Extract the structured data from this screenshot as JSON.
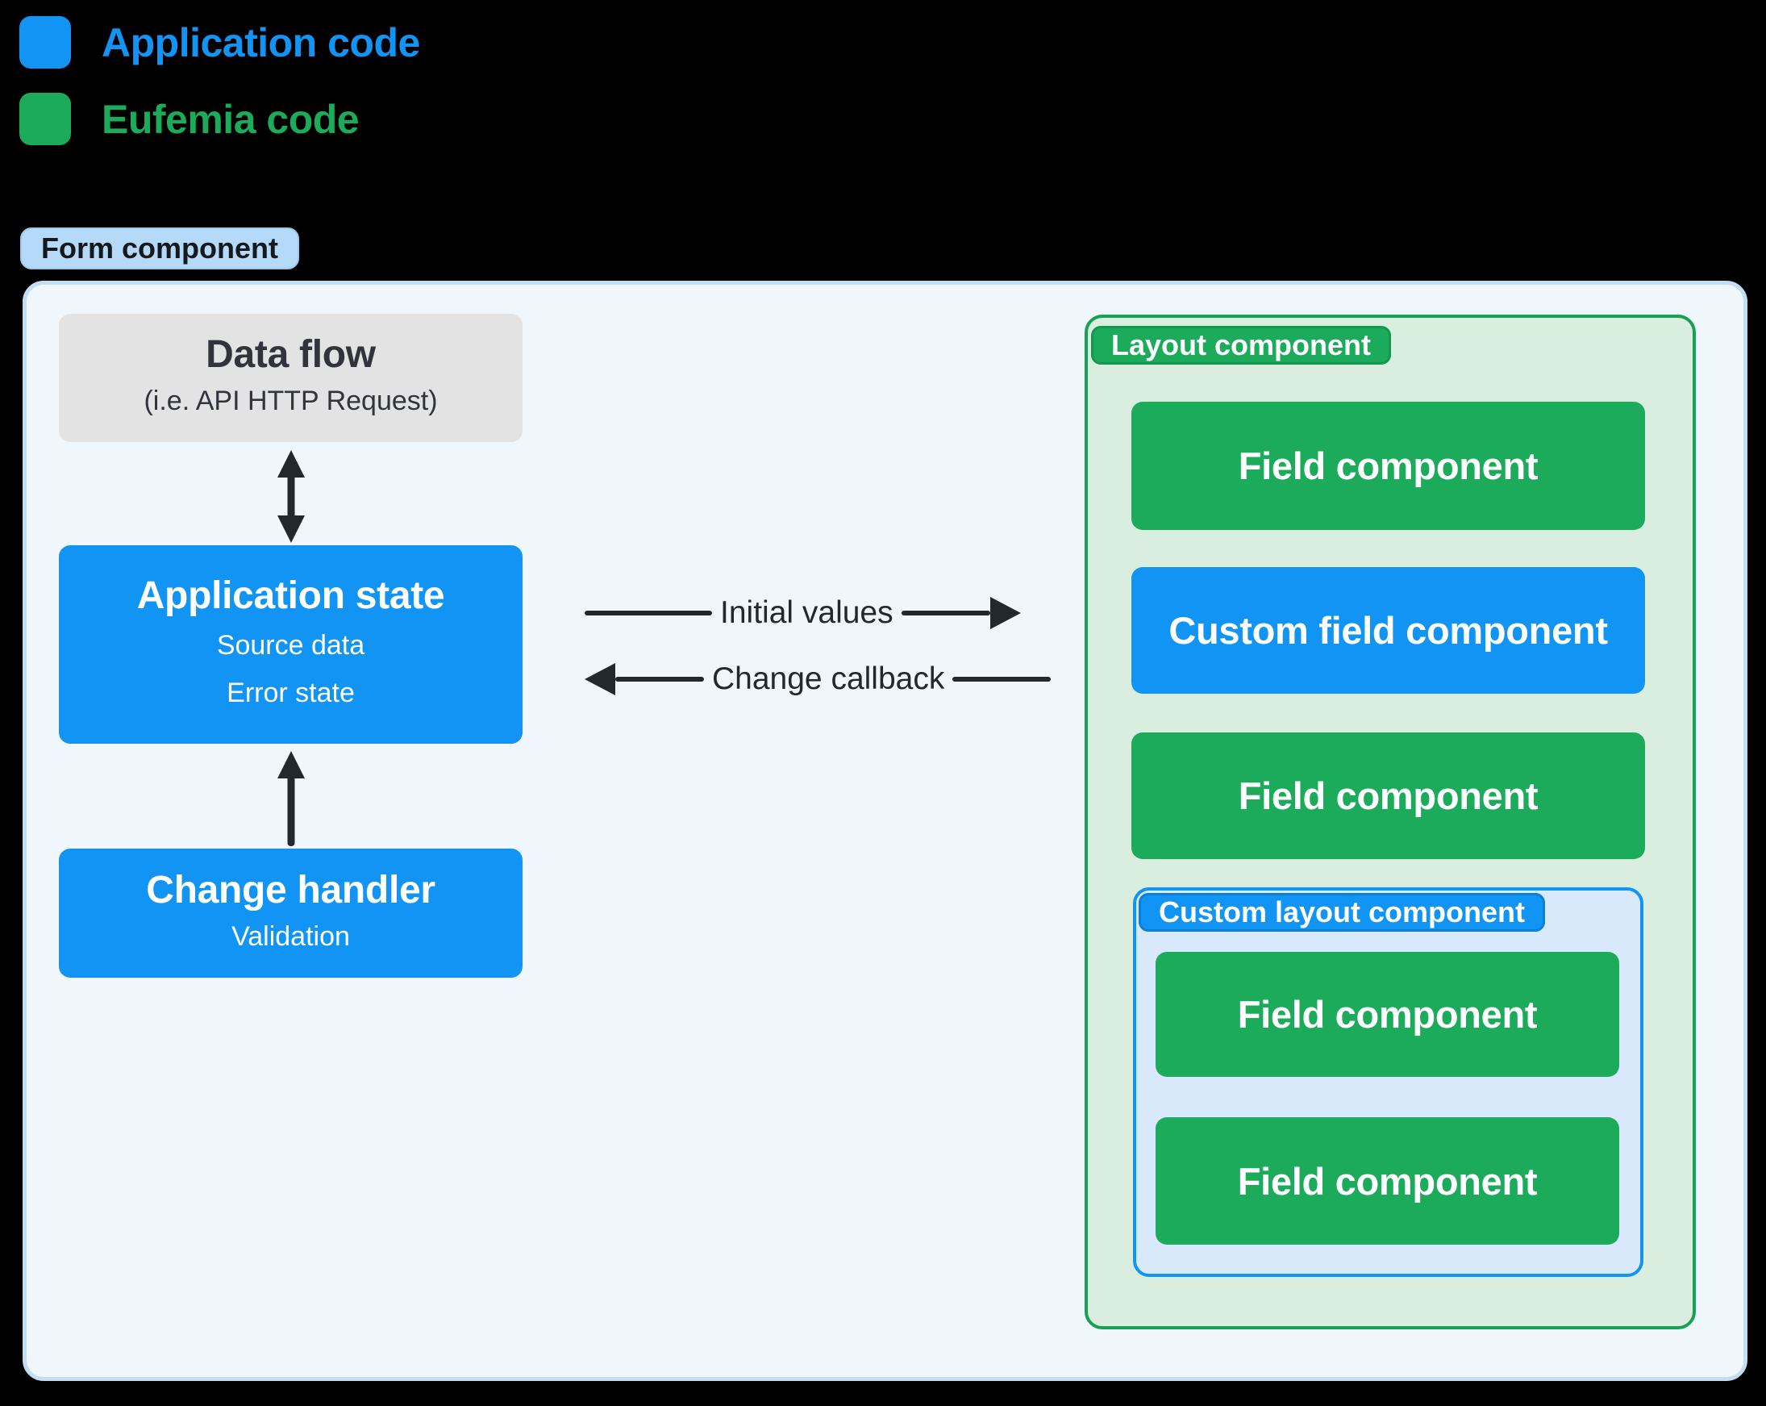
{
  "legend": {
    "items": [
      {
        "label": "Application code",
        "color": "#1194f4"
      },
      {
        "label": "Eufemia code",
        "color": "#1cab5b"
      }
    ]
  },
  "form": {
    "badge": "Form component",
    "data_flow": {
      "title": "Data flow",
      "subtitle": "(i.e. API HTTP Request)"
    },
    "application_state": {
      "title": "Application state",
      "lines": [
        "Source data",
        "Error state"
      ]
    },
    "change_handler": {
      "title": "Change handler",
      "lines": [
        "Validation"
      ]
    },
    "arrows": {
      "initial_values": "Initial values",
      "change_callback": "Change callback"
    },
    "layout": {
      "badge": "Layout component",
      "children": [
        "Field component",
        "Custom field component",
        "Field component"
      ],
      "custom_layout": {
        "badge": "Custom layout component",
        "children": [
          "Field component",
          "Field component"
        ]
      }
    }
  },
  "colors": {
    "background": "#000000",
    "application_blue": "#1194f4",
    "eufemia_green": "#1cab5b",
    "green_border": "#17a155",
    "layout_bg": "#daeee0",
    "custom_layout_bg": "#d8e9fb",
    "form_bg": "#eff7fd",
    "form_border": "#c3ddf2",
    "form_badge_bg": "#b5d9f8",
    "gray_box_bg": "#e3e3e3",
    "ink": "#23282e",
    "dark_text": "#31353b",
    "box_text": "#ffffff"
  }
}
